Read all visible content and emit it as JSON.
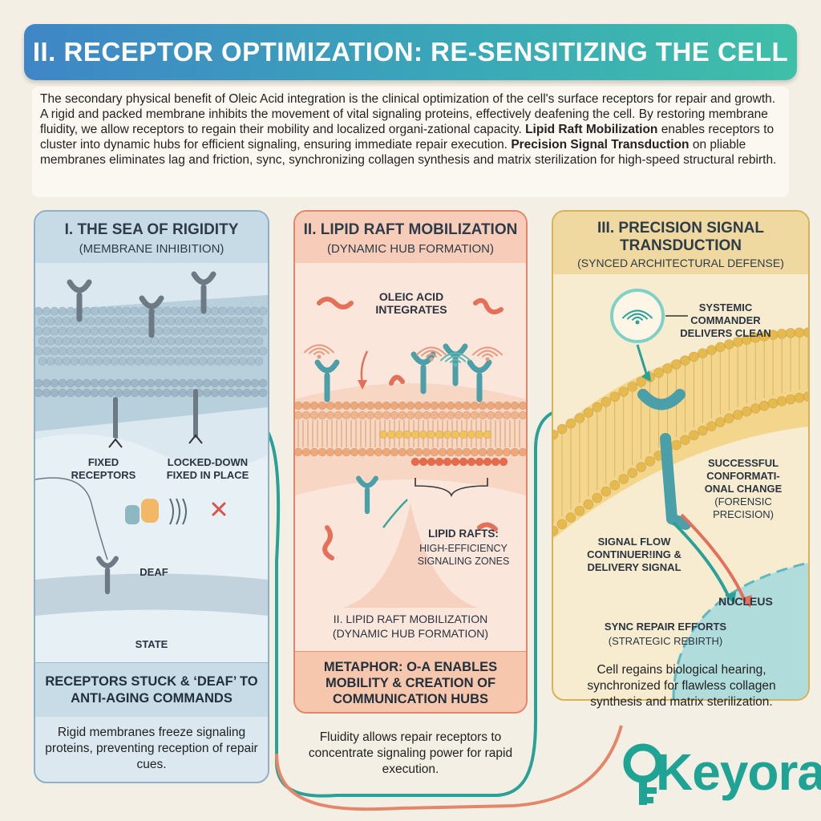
{
  "header": {
    "title": "II. RECEPTOR OPTIMIZATION: RE-SENSITIZING THE CELL"
  },
  "intro": {
    "p1": "The secondary physical benefit of Oleic Acid integration is the clinical optimization of the cell's surface receptors for repair and growth. A rigid and packed membrane inhibits the movement of vital signaling proteins, effectively deafening the cell. By restoring membrane fluidity, we allow receptors to regain their mobility and localized organi-zational capacity.",
    "b1": "Lipid Raft Mobilization",
    "p2": "enables receptors to cluster into dynamic hubs for efficient signaling, ensuring immediate repair execution.",
    "b2": "Precision Signal Transduction",
    "p3": "on pliable membranes eliminates lag and friction, sync, synchronizing collagen synthesis and matrix sterilization for high-speed structural rebirth."
  },
  "panel1": {
    "title": "I. THE SEA OF RIGIDITY",
    "subtitle": "(MEMBRANE INHIBITION)",
    "label_fixed": "FIXED RECEPTORS",
    "label_locked": "LOCKED-DOWN FIXED IN PLACE",
    "label_deaf": "DEAF",
    "label_state": "STATE",
    "footer": "RECEPTORS STUCK & ‘DEAF’ TO ANTI-AGING COMMANDS",
    "caption": "Rigid membranes freeze signaling proteins, preventing reception of repair cues."
  },
  "panel2": {
    "title": "II. LIPID RAFT MOBILIZATION",
    "subtitle": "(DYNAMIC HUB FORMATION)",
    "label_oleic": "OLEIC ACID INTEGRATES",
    "label_rafts": "LIPID RAFTS:",
    "label_rafts_sub": "HIGH-EFFICIENCY SIGNALING ZONES",
    "label_bottom_title": "II. LIPID RAFT MOBILIZATION",
    "label_bottom_sub": "(DYNAMIC HUB FORMATION)",
    "footer": "METAPHOR: O-A ENABLES MOBILITY & CREATION OF COMMUNICATION HUBS",
    "caption": "Fluidity allows repair receptors to concentrate signaling power for rapid execution."
  },
  "panel3": {
    "title": "III. PRECISION SIGNAL TRANSDUCTION",
    "subtitle": "(SYNCED ARCHITECTURAL DEFENSE)",
    "label_commander": "SYSTEMIC COMMANDER DELIVERS CLEAN",
    "label_conformation": "SUCCESSFUL CONFORMATI-ONAL CHANGE",
    "label_forensic": "(FORENSIC PRECISION)",
    "label_signal_flow": "SIGNAL FLOW CONTINUER!ING & DELIVERY SIGNAL",
    "label_nucleus": "NUCLEUS",
    "label_sync": "SYNC REPAIR EFFORTS",
    "label_sync_sub": "(STRATEGIC REBIRTH)",
    "caption": "Cell regains biological hearing, synchronized for flawless collagen synthesis and matrix sterilization."
  },
  "brand": {
    "name": "Keyora"
  },
  "colors": {
    "teal": "#1fa394",
    "blue_panel": "#dbe8ef",
    "coral_panel": "#fbe6dc",
    "gold_panel": "#f7ecd0",
    "lipid_head": "#e8a06a",
    "lipid_head_blue": "#9fb9c8",
    "lipid_head_gold": "#e0b54a",
    "receptor": "#4b9fa8",
    "receptor_grey": "#6d7a86"
  },
  "icons": [
    "wifi-signal-icon",
    "x-mark-icon",
    "ear-plug-icon",
    "arrow-icon",
    "receptor-icon"
  ]
}
